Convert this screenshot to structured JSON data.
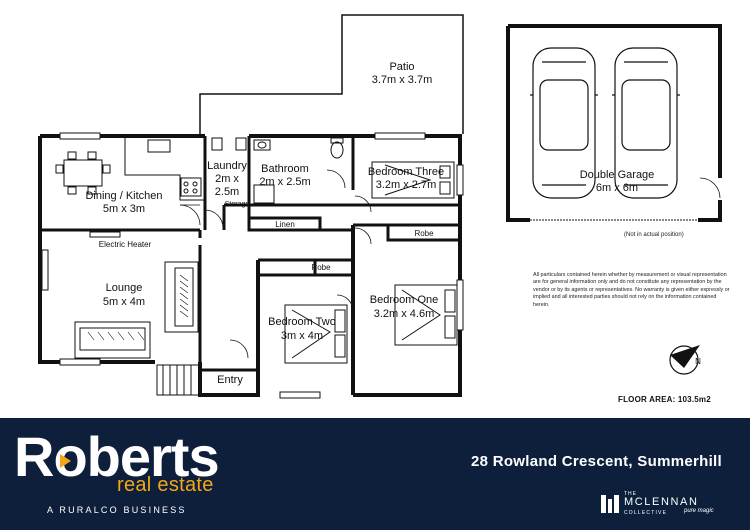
{
  "rooms": {
    "patio": {
      "name": "Patio",
      "size": "3.7m x 3.7m"
    },
    "dining_kitchen": {
      "name": "Dining / Kitchen",
      "size": "5m x 3m"
    },
    "laundry": {
      "name": "Laundry",
      "size_line1": "2m x",
      "size_line2": "2.5m"
    },
    "bathroom": {
      "name": "Bathroom",
      "size": "2m x 2.5m"
    },
    "bedroom_three": {
      "name": "Bedroom Three",
      "size": "3.2m x 2.7m"
    },
    "double_garage": {
      "name": "Double Garage",
      "size": "6m x 6m"
    },
    "lounge": {
      "name": "Lounge",
      "size": "5m x 4m"
    },
    "bedroom_two": {
      "name": "Bedroom Two",
      "size": "3m x 4m"
    },
    "bedroom_one": {
      "name": "Bedroom One",
      "size": "3.2m x 4.6m"
    },
    "entry": {
      "name": "Entry"
    }
  },
  "labels": {
    "storage": "Storage",
    "linen": "Linen",
    "robe_bed_one": "Robe",
    "robe_bed_two": "Robe",
    "electric_heater": "Electric Heater",
    "not_actual_position": "(Not in actual position)",
    "compass": "N"
  },
  "disclaimer": "All particulars contained herein whether by measurement or visual representation are for general information only and do not constitute any representation by the vendor or by its agents or representatives. No warranty is given either expressly or implied and all interested parties should not rely on the information contained herein.",
  "floor_area": "FLOOR AREA: 103.5m2",
  "footer": {
    "brand": "Roberts",
    "brand_sub": "real estate",
    "tagline": "A RURALCO BUSINESS",
    "address": "28 Rowland Crescent, Summerhill",
    "partner_the": "THE",
    "partner_name": "MCLENNAN",
    "partner_collective": "COLLECTIVE",
    "partner_script": "pure magic"
  },
  "colors": {
    "footer_bg": "#0e1f3c",
    "accent_orange": "#f5a617",
    "wall": "#111111"
  }
}
